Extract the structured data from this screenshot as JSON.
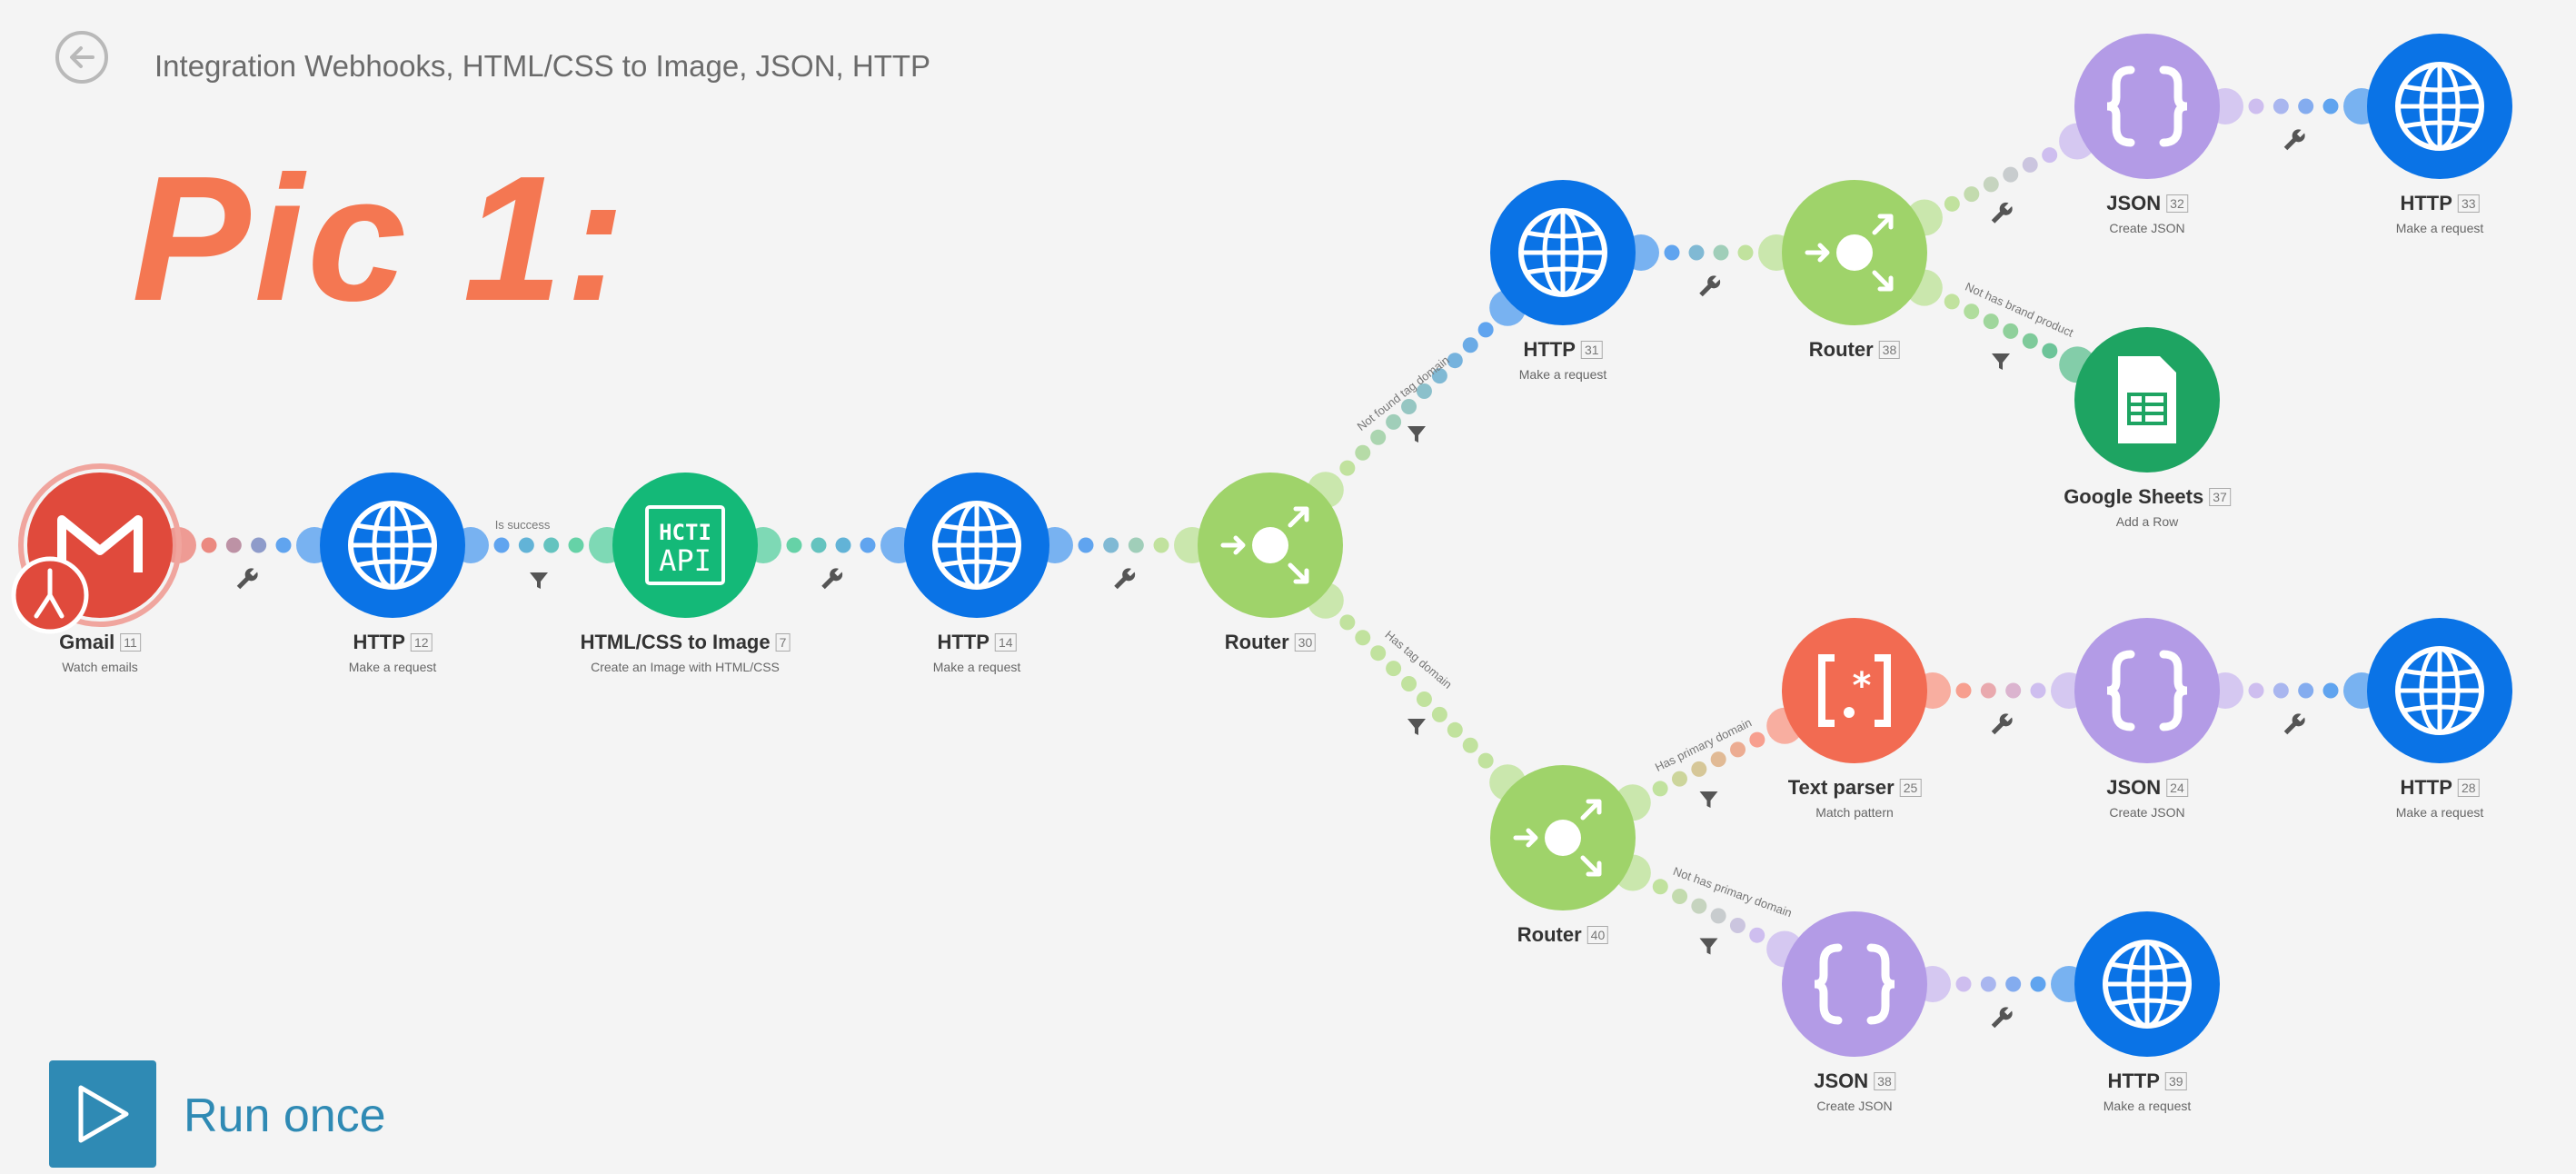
{
  "scenario": {
    "title": "Integration Webhooks, HTML/CSS to Image, JSON, HTTP"
  },
  "overlay": {
    "label": "Pic 1:"
  },
  "run": {
    "label": "Run once"
  },
  "colors": {
    "http": "#0a73e6",
    "router": "#9fd36a",
    "json": "#b39be6",
    "gmail": "#e04a3c",
    "hcti": "#14b978",
    "text_parser": "#f26b52",
    "sheets": "#1ea462",
    "accent": "#f47752"
  },
  "modules": [
    {
      "key": "gmail11",
      "type": "gmail",
      "icon": "gmail-icon",
      "name": "Gmail",
      "id": "11",
      "desc": "Watch emails"
    },
    {
      "key": "http12",
      "type": "http",
      "icon": "globe-icon",
      "name": "HTTP",
      "id": "12",
      "desc": "Make a request"
    },
    {
      "key": "hcti7",
      "type": "hcti",
      "icon": "hcti-api-icon",
      "name": "HTML/CSS to Image",
      "id": "7",
      "desc": "Create an Image with HTML/CSS"
    },
    {
      "key": "http14",
      "type": "http",
      "icon": "globe-icon",
      "name": "HTTP",
      "id": "14",
      "desc": "Make a request"
    },
    {
      "key": "router30",
      "type": "router",
      "icon": "router-icon",
      "name": "Router",
      "id": "30",
      "desc": ""
    },
    {
      "key": "http31",
      "type": "http",
      "icon": "globe-icon",
      "name": "HTTP",
      "id": "31",
      "desc": "Make a request"
    },
    {
      "key": "router38",
      "type": "router",
      "icon": "router-icon",
      "name": "Router",
      "id": "38",
      "desc": ""
    },
    {
      "key": "json32",
      "type": "json",
      "icon": "json-braces-icon",
      "name": "JSON",
      "id": "32",
      "desc": "Create JSON"
    },
    {
      "key": "http33",
      "type": "http",
      "icon": "globe-icon",
      "name": "HTTP",
      "id": "33",
      "desc": "Make a request"
    },
    {
      "key": "sheets37",
      "type": "sheets",
      "icon": "google-sheets-icon",
      "name": "Google Sheets",
      "id": "37",
      "desc": "Add a Row"
    },
    {
      "key": "router40",
      "type": "router",
      "icon": "router-icon",
      "name": "Router",
      "id": "40",
      "desc": ""
    },
    {
      "key": "text25",
      "type": "text_parser",
      "icon": "text-parser-icon",
      "name": "Text parser",
      "id": "25",
      "desc": "Match pattern"
    },
    {
      "key": "json24",
      "type": "json",
      "icon": "json-braces-icon",
      "name": "JSON",
      "id": "24",
      "desc": "Create JSON"
    },
    {
      "key": "http28",
      "type": "http",
      "icon": "globe-icon",
      "name": "HTTP",
      "id": "28",
      "desc": "Make a request"
    },
    {
      "key": "json38",
      "type": "json",
      "icon": "json-braces-icon",
      "name": "JSON",
      "id": "38",
      "desc": "Create JSON"
    },
    {
      "key": "http39",
      "type": "http",
      "icon": "globe-icon",
      "name": "HTTP",
      "id": "39",
      "desc": "Make a request"
    }
  ],
  "connections": [
    {
      "from": "gmail11",
      "to": "http12",
      "label": "",
      "marker": "wrench"
    },
    {
      "from": "http12",
      "to": "hcti7",
      "label": "Is success",
      "marker": "filter"
    },
    {
      "from": "hcti7",
      "to": "http14",
      "label": "",
      "marker": "wrench"
    },
    {
      "from": "http14",
      "to": "router30",
      "label": "",
      "marker": "wrench"
    },
    {
      "from": "router30",
      "to": "http31",
      "label": "Not found tag domain",
      "marker": "filter"
    },
    {
      "from": "router30",
      "to": "router40",
      "label": "Has tag domain",
      "marker": "filter"
    },
    {
      "from": "http31",
      "to": "router38",
      "label": "",
      "marker": "wrench"
    },
    {
      "from": "router38",
      "to": "json32",
      "label": "",
      "marker": "wrench"
    },
    {
      "from": "router38",
      "to": "sheets37",
      "label": "Not has brand product",
      "marker": "filter"
    },
    {
      "from": "json32",
      "to": "http33",
      "label": "",
      "marker": "wrench"
    },
    {
      "from": "router40",
      "to": "text25",
      "label": "Has primary domain",
      "marker": "filter"
    },
    {
      "from": "router40",
      "to": "json38",
      "label": "Not has primary domain",
      "marker": "filter"
    },
    {
      "from": "text25",
      "to": "json24",
      "label": "",
      "marker": "wrench"
    },
    {
      "from": "json24",
      "to": "http28",
      "label": "",
      "marker": "wrench"
    },
    {
      "from": "json38",
      "to": "http39",
      "label": "",
      "marker": "wrench"
    }
  ]
}
